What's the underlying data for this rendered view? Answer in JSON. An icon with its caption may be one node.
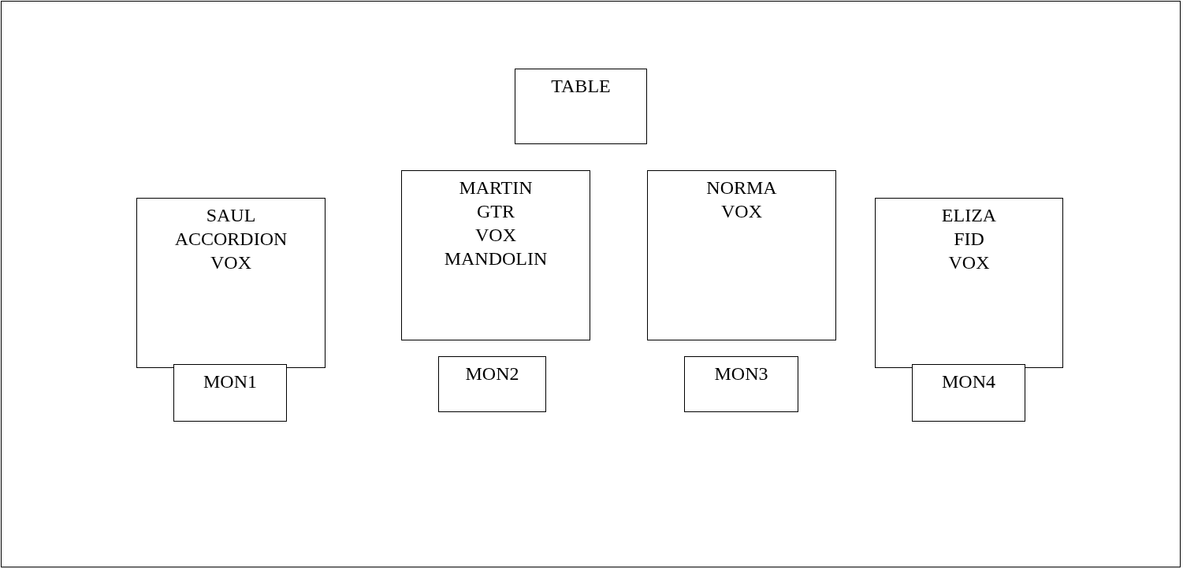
{
  "diagram": {
    "nodes": [
      {
        "text": [
          "TABLE"
        ]
      },
      {
        "text": [
          "SAUL",
          "ACCORDION",
          "VOX"
        ]
      },
      {
        "text": [
          "MON1"
        ]
      },
      {
        "text": [
          "MARTIN",
          "GTR",
          "VOX",
          "MANDOLIN"
        ]
      },
      {
        "text": [
          "MON2"
        ]
      },
      {
        "text": [
          "NORMA",
          "VOX"
        ]
      },
      {
        "text": [
          "MON3"
        ]
      },
      {
        "text": [
          "ELIZA",
          "FID",
          "VOX"
        ]
      },
      {
        "text": [
          "MON4"
        ]
      }
    ],
    "edges": []
  }
}
